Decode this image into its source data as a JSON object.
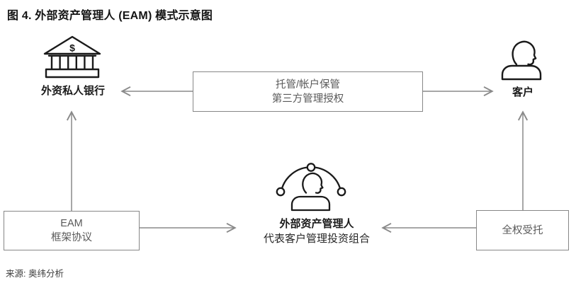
{
  "title": "图 4. 外部资产管理人 (EAM) 模式示意图",
  "source": "来源: 奥纬分析",
  "colors": {
    "icon_stroke": "#1a1a1a",
    "arrow_gray": "#8a8a8a",
    "box_border": "#878787",
    "box_text": "#595959"
  },
  "nodes": {
    "bank": {
      "label": "外资私人银行",
      "icon": "bank-icon",
      "dollar": "$"
    },
    "client": {
      "label": "客户",
      "icon": "person-bust-icon"
    },
    "eam_manager": {
      "label": "外部资产管理人",
      "sublabel": "代表客户管理投资组合",
      "icon": "person-network-icon"
    }
  },
  "boxes": {
    "custody": {
      "line1": "托管/帐户保管",
      "line2": "第三方管理授权"
    },
    "eam_agreement": {
      "line1": "EAM",
      "line2": "框架协议"
    },
    "mandate": {
      "line1": "全权受托"
    }
  },
  "arrows": [
    {
      "name": "custody-to-bank",
      "direction": "left"
    },
    {
      "name": "custody-to-client",
      "direction": "right"
    },
    {
      "name": "eam-agreement-to-bank",
      "direction": "up"
    },
    {
      "name": "mandate-to-client",
      "direction": "up"
    },
    {
      "name": "eam-agreement-to-manager",
      "direction": "right"
    },
    {
      "name": "mandate-to-manager",
      "direction": "left"
    }
  ]
}
